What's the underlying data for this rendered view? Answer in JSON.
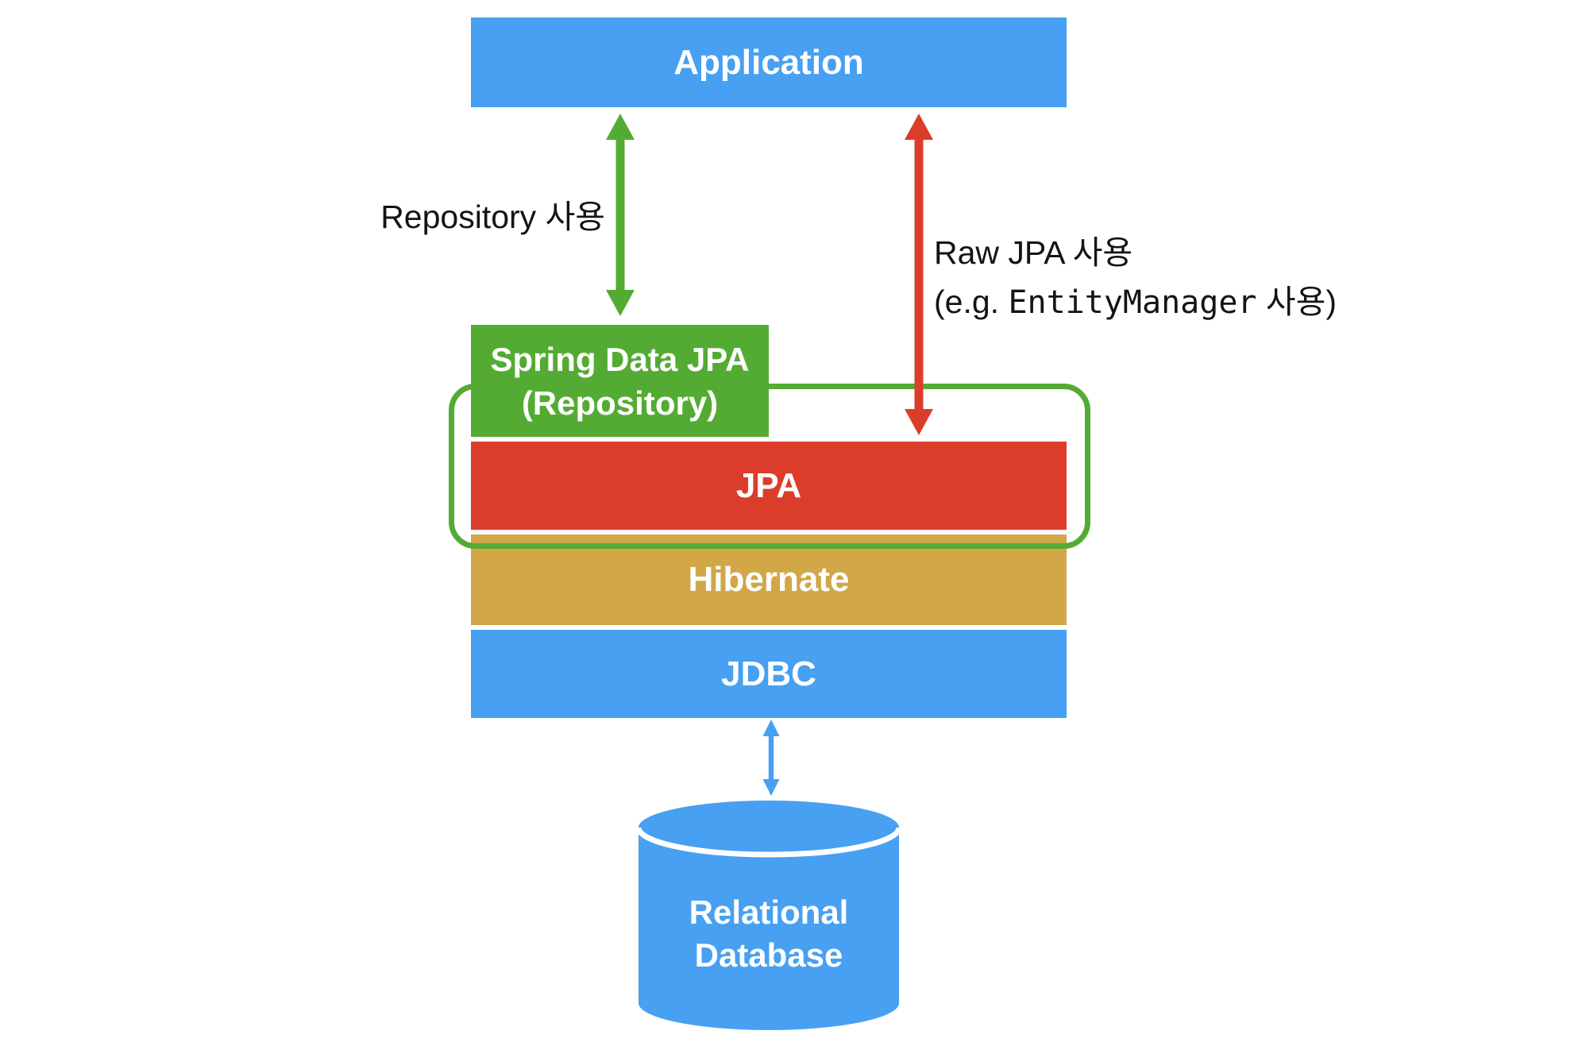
{
  "diagram": {
    "nodes": {
      "application": {
        "label": "Application",
        "color": "#47A0F1"
      },
      "spring_data_jpa": {
        "line1": "Spring Data JPA",
        "line2": "(Repository)",
        "color": "#54AB33"
      },
      "jpa": {
        "label": "JPA",
        "color": "#DB3D2A"
      },
      "hibernate": {
        "label": "Hibernate",
        "color": "#D1A748"
      },
      "jdbc": {
        "label": "JDBC",
        "color": "#47A0F1"
      },
      "relational_database": {
        "line1": "Relational",
        "line2": "Database",
        "color": "#47A0F1"
      }
    },
    "edges": {
      "repository_usage": {
        "label": "Repository 사용",
        "color": "#54AB33"
      },
      "raw_jpa_usage": {
        "line1": "Raw JPA 사용",
        "line2_prefix": "(e.g. ",
        "line2_code": "EntityManager",
        "line2_suffix": " 사용)",
        "color": "#DB3D2A"
      },
      "jdbc_to_database": {
        "color": "#47A0F1"
      }
    },
    "group_outline": {
      "color": "#54AB33"
    },
    "background": "#FFFFFF"
  }
}
